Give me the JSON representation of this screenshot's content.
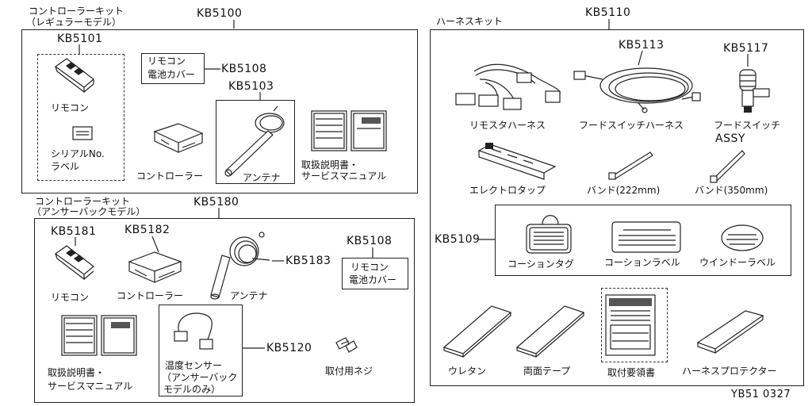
{
  "controller_regular": {
    "title_line1": "コントローラーキット",
    "title_line2": "（レギュラーモデル）",
    "part_no": "KB5100",
    "remote": {
      "part_no": "KB5101",
      "label": "リモコン"
    },
    "serial_label": {
      "line1": "シリアルNo.",
      "line2": "ラベル"
    },
    "battery_cover": {
      "line1": "リモコン",
      "line2": "電池カバー",
      "part_no": "KB5108"
    },
    "antenna": {
      "part_no": "KB5103",
      "label": "アンテナ"
    },
    "controller_label": "コントローラー",
    "manual": {
      "line1": "取扱説明書・",
      "line2": "サービスマニュアル"
    }
  },
  "controller_answer": {
    "title_line1": "コントローラーキット",
    "title_line2": "（アンサーバックモデル）",
    "part_no": "KB5180",
    "remote": {
      "part_no": "KB5181",
      "label": "リモコン"
    },
    "controller": {
      "part_no": "KB5182",
      "label": "コントローラー"
    },
    "antenna": {
      "part_no": "KB5183",
      "label": "アンテナ"
    },
    "battery_cover": {
      "line1": "リモコン",
      "line2": "電池カバー",
      "part_no": "KB5108"
    },
    "manual": {
      "line1": "取扱説明書・",
      "line2": "サービスマニュアル"
    },
    "temp_sensor": {
      "part_no": "KB5120",
      "line1": "温度センサー",
      "line2": "（アンサーバック",
      "line3": "モデルのみ）"
    },
    "screw_label": "取付用ネジ"
  },
  "harness_kit": {
    "title": "ハーネスキット",
    "part_no": "KB5110",
    "remote_starter_harness": "リモスタハーネス",
    "hood_switch_harness": {
      "part_no": "KB5113",
      "label": "フードスイッチハーネス"
    },
    "hood_switch": {
      "part_no": "KB5117",
      "line1": "フードスイッチ",
      "line2": "ASSY"
    },
    "electro_tap": "エレクトロタップ",
    "band_222": "バンド(222mm)",
    "band_350": "バンド(350mm)",
    "label_set": {
      "part_no": "KB5109",
      "caution_tag": "コーションタグ",
      "caution_label": "コーションラベル",
      "window_label": "ウインドーラベル"
    },
    "urethane": "ウレタン",
    "double_tape": "両面テープ",
    "install_guide": "取付要領書",
    "harness_protector": "ハーネスプロテクター"
  },
  "diagram_code": "YB51 0327"
}
